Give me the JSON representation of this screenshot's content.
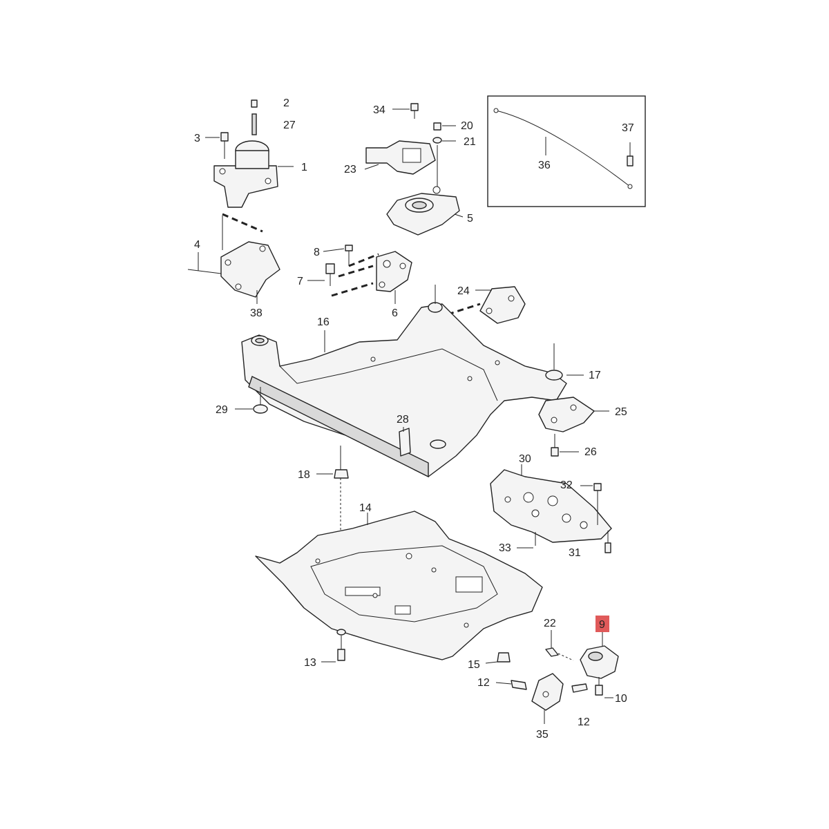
{
  "diagram": {
    "callouts": [
      {
        "id": "c1",
        "text": "1"
      },
      {
        "id": "c2",
        "text": "2"
      },
      {
        "id": "c27",
        "text": "27"
      },
      {
        "id": "c3",
        "text": "3"
      },
      {
        "id": "c34",
        "text": "34"
      },
      {
        "id": "c20",
        "text": "20"
      },
      {
        "id": "c21",
        "text": "21"
      },
      {
        "id": "c23",
        "text": "23"
      },
      {
        "id": "c5",
        "text": "5"
      },
      {
        "id": "c36",
        "text": "36"
      },
      {
        "id": "c37",
        "text": "37"
      },
      {
        "id": "c4",
        "text": "4"
      },
      {
        "id": "c38",
        "text": "38"
      },
      {
        "id": "c8",
        "text": "8"
      },
      {
        "id": "c7",
        "text": "7"
      },
      {
        "id": "c6",
        "text": "6"
      },
      {
        "id": "c24",
        "text": "24"
      },
      {
        "id": "c16",
        "text": "16"
      },
      {
        "id": "c17",
        "text": "17"
      },
      {
        "id": "c25",
        "text": "25"
      },
      {
        "id": "c29",
        "text": "29"
      },
      {
        "id": "c28",
        "text": "28"
      },
      {
        "id": "c26",
        "text": "26"
      },
      {
        "id": "c18",
        "text": "18"
      },
      {
        "id": "c30",
        "text": "30"
      },
      {
        "id": "c32",
        "text": "32"
      },
      {
        "id": "c14",
        "text": "14"
      },
      {
        "id": "c33",
        "text": "33"
      },
      {
        "id": "c31",
        "text": "31"
      },
      {
        "id": "c22",
        "text": "22"
      },
      {
        "id": "c9",
        "text": "9"
      },
      {
        "id": "c13",
        "text": "13"
      },
      {
        "id": "c15",
        "text": "15"
      },
      {
        "id": "c12a",
        "text": "12"
      },
      {
        "id": "c10",
        "text": "10"
      },
      {
        "id": "c12b",
        "text": "12"
      },
      {
        "id": "c35",
        "text": "35"
      }
    ],
    "highlight_color": "#e05a5a"
  }
}
